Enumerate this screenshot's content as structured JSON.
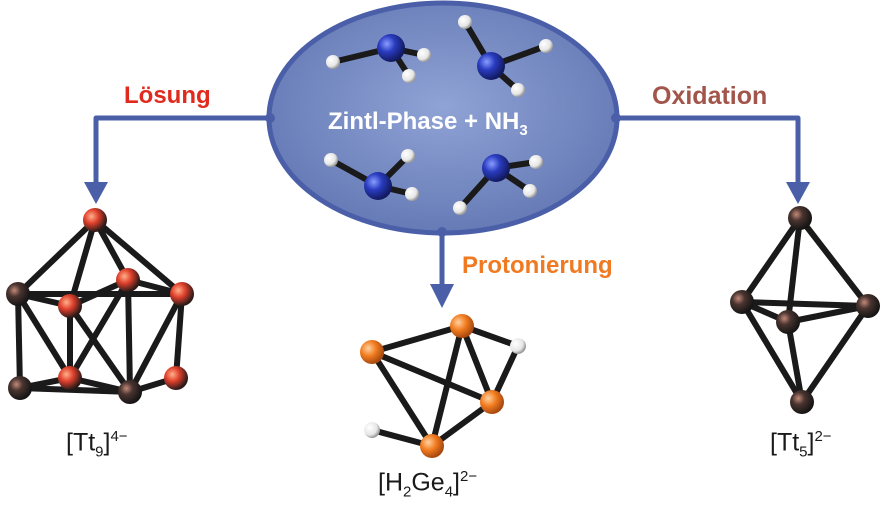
{
  "center": {
    "text": "Zintl-Phase + NH",
    "sub": "3"
  },
  "labels": {
    "left": "Lösung",
    "middle": "Protonierung",
    "right": "Oxidation"
  },
  "formulas": {
    "left": {
      "open": "[Tt",
      "sub": "9",
      "close": "]",
      "sup": "4−"
    },
    "middle": {
      "open": "[H",
      "sub1": "2",
      "mid": "Ge",
      "sub2": "4",
      "close": "]",
      "sup": "2−"
    },
    "right": {
      "open": "[Tt",
      "sub": "5",
      "close": "]",
      "sup": "2−"
    }
  },
  "colors": {
    "arrow": "#4a5fa8",
    "ellipse_fill": "#6d82b9",
    "atom_red": "#d9352a",
    "atom_orange": "#f07a1e",
    "atom_dark": "#2b2b2b",
    "hydrogen": "#ffffff",
    "nitrogen": "#2c3fb0"
  }
}
